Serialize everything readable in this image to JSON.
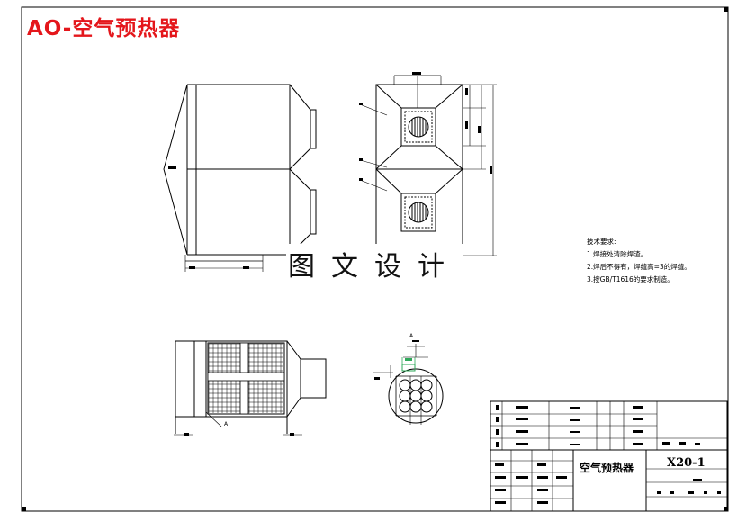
{
  "drawing": {
    "title": "AO-空气预热器",
    "watermark": "图文设计",
    "title_colour": "#e4161b"
  },
  "technical_notes": {
    "heading": "技术要求:",
    "items": [
      "1.焊接处清除焊渣。",
      "2.焊后不得有，焊缝高=3的焊缝。",
      "3.按GB/T1616的要求制造。"
    ]
  },
  "title_block": {
    "part_name": "空气预热器",
    "drawing_code": "X20-1"
  },
  "callouts": {
    "section_marker": "A",
    "front_view_label": "A"
  }
}
